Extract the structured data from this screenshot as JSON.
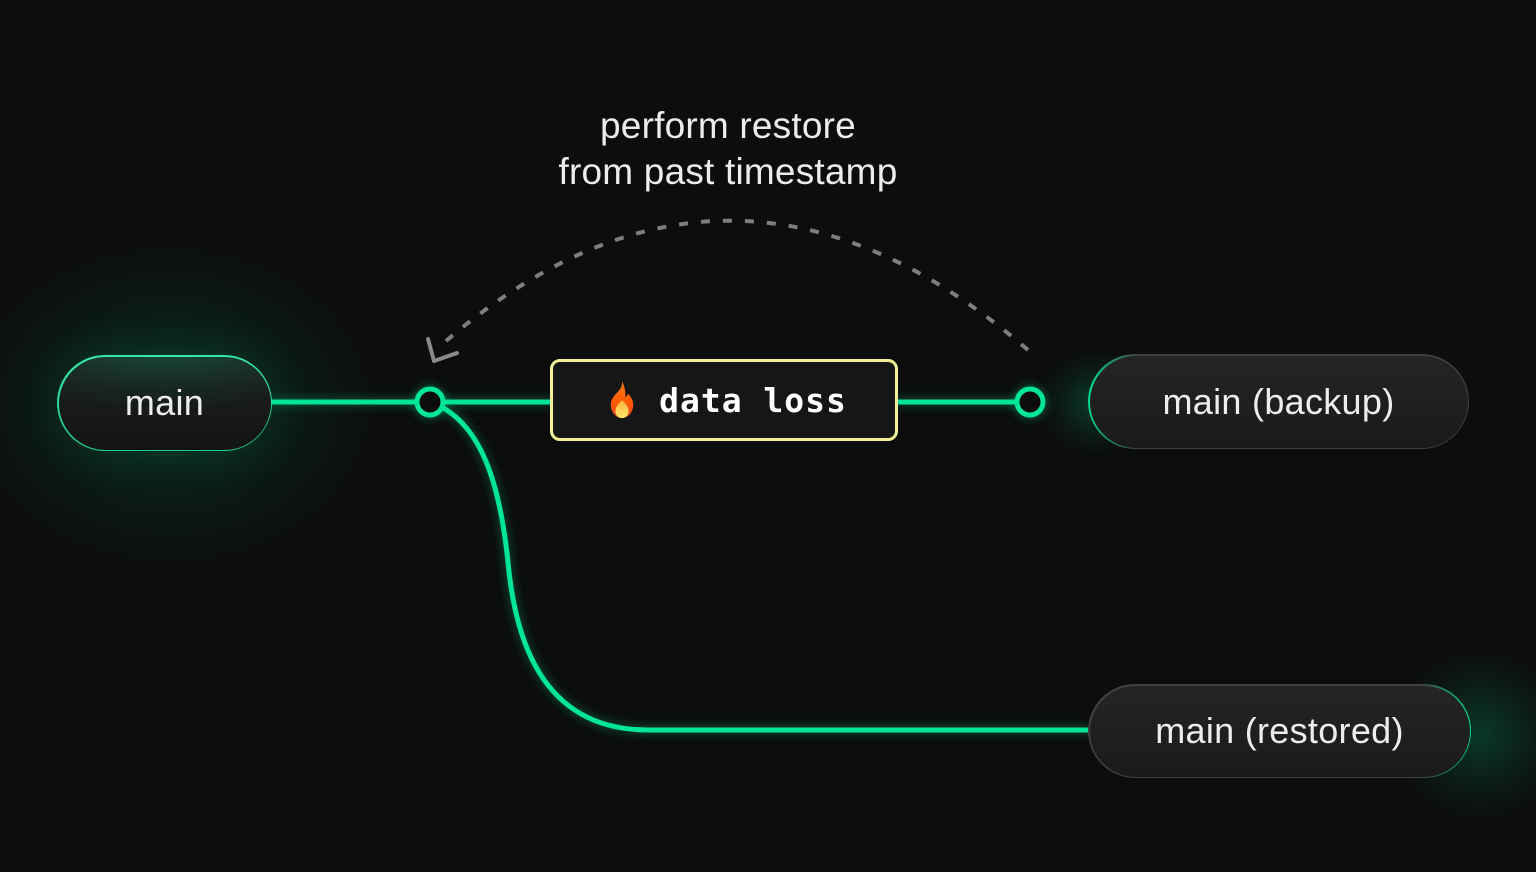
{
  "diagram": {
    "title_annotation": {
      "line1": "perform restore",
      "line2": "from past timestamp"
    },
    "nodes": {
      "main": {
        "label": "main"
      },
      "backup": {
        "label": "main (backup)"
      },
      "restored": {
        "label": "main (restored)"
      },
      "event": {
        "label": "data loss",
        "icon": "fire-icon",
        "emoji": "🔥"
      }
    },
    "colors": {
      "background": "#0c0d0d",
      "branch_green": "#00e599",
      "event_border_yellow": "#f2ef96",
      "pill_border_gray": "#3f3f3f",
      "dashed_arrow_gray": "#7e7e7e",
      "label_text": "#ededed"
    }
  }
}
